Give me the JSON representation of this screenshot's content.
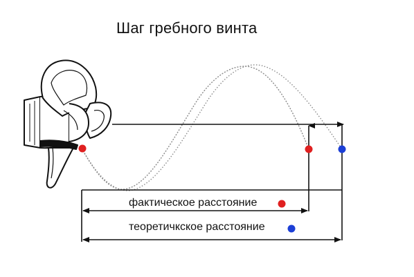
{
  "title": "Шаг гребного винта",
  "labels": {
    "actual_distance": "фактическое расстояние",
    "theoretical_distance": "теоретичкское расстояние"
  },
  "colors": {
    "actual": "#e02020",
    "theoretical": "#1c3fd6",
    "line": "#111111",
    "curve": "#8a8a8a"
  },
  "icons": {
    "propeller": "propeller-icon"
  }
}
